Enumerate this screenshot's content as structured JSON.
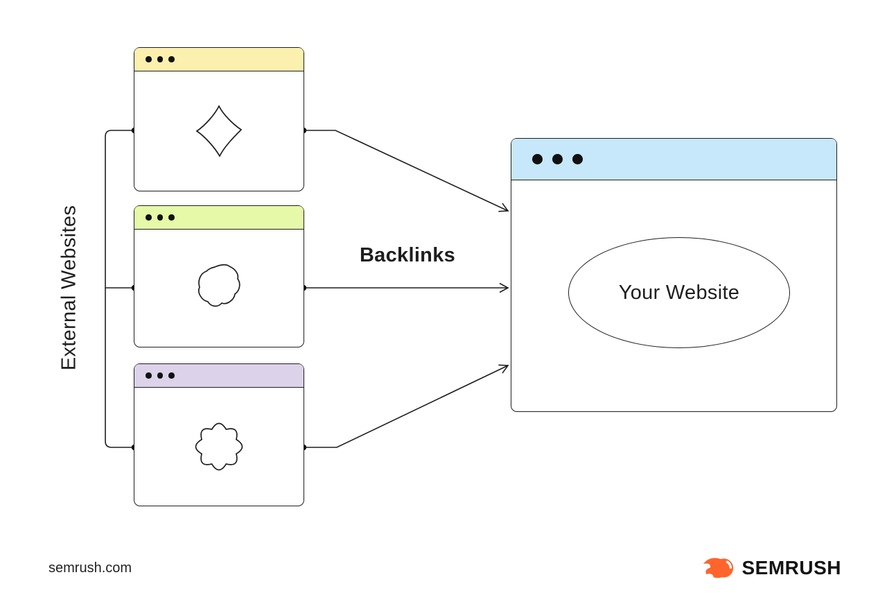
{
  "diagram": {
    "side_label": "External Websites",
    "arrow_label": "Backlinks",
    "external_windows": [
      {
        "header_color": "#FBF0AE"
      },
      {
        "header_color": "#E5F9A8"
      },
      {
        "header_color": "#DCD2EA"
      }
    ],
    "target_window": {
      "header_color": "#C6E8FA",
      "label": "Your Website"
    },
    "line_color": "#1E1E1E"
  },
  "icons": {
    "window_controls": "three-dots",
    "blobs": [
      "diamond-blob",
      "polygon-blob",
      "flower-blob"
    ],
    "brand_icon": "semrush-comet"
  },
  "footer": {
    "site_text": "semrush.com",
    "brand_name": "SEMRUSH",
    "brand_color": "#FF642D"
  }
}
